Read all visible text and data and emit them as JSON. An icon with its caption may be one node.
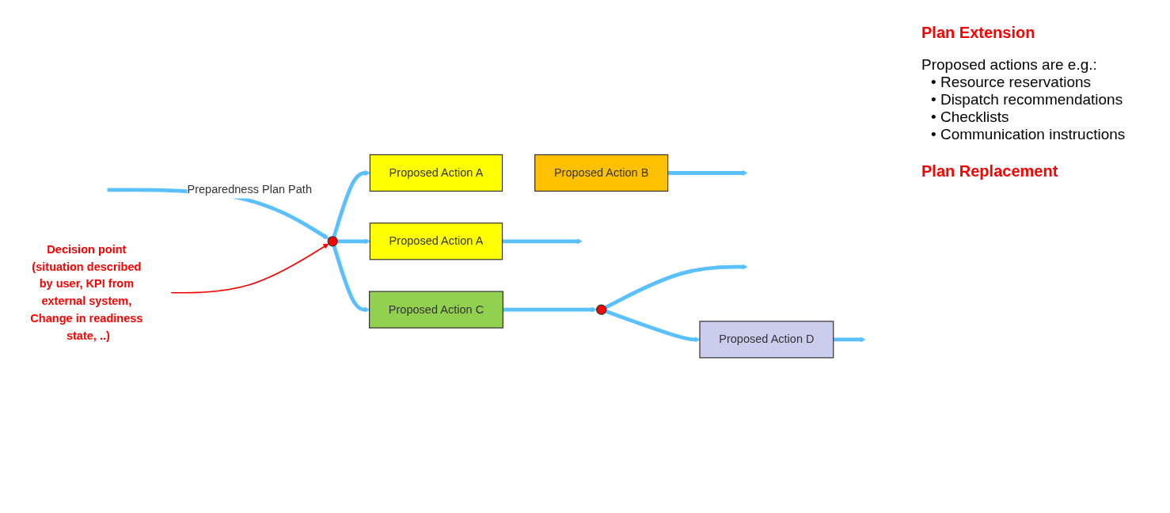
{
  "diagram": {
    "nodes": [
      {
        "text": [],
        "shape": "circle"
      },
      {
        "text": [
          "Proposed Action A"
        ]
      },
      {
        "text": [
          "Proposed Action B"
        ]
      },
      {
        "text": [
          "Proposed Action A"
        ]
      },
      {
        "text": [
          "Proposed Action C"
        ]
      },
      {
        "text": [],
        "shape": "circle"
      },
      {
        "text": [
          "Proposed Action D"
        ]
      },
      {
        "text": [
          "Decision point (situation described by user, KPI from external system, Change in readiness state, ..)"
        ]
      }
    ],
    "edges": [
      {
        "from": null,
        "to": 0,
        "arrow": "to",
        "label": "Preparedness Plan Path"
      },
      {
        "from": 0,
        "to": 1,
        "arrow": "to"
      },
      {
        "from": 0,
        "to": 3,
        "arrow": "to"
      },
      {
        "from": 0,
        "to": 4,
        "arrow": "to"
      },
      {
        "from": 2,
        "to": null,
        "arrow": "to"
      },
      {
        "from": 3,
        "to": null,
        "arrow": "to"
      },
      {
        "from": 4,
        "to": 5,
        "arrow": "to"
      },
      {
        "from": 5,
        "to": null,
        "arrow": "to"
      },
      {
        "from": 5,
        "to": 6,
        "arrow": "to"
      },
      {
        "from": 6,
        "to": null,
        "arrow": "to"
      },
      {
        "from": 7,
        "to": 0,
        "arrow": "to",
        "color": "#ff0000"
      }
    ],
    "labels": [
      "Plan Extension",
      "Proposed actions are e.g.:",
      "• Resource reservations",
      "• Dispatch recommendations",
      "• Checklists",
      "• Communication instructions",
      "Plan Replacement"
    ]
  }
}
